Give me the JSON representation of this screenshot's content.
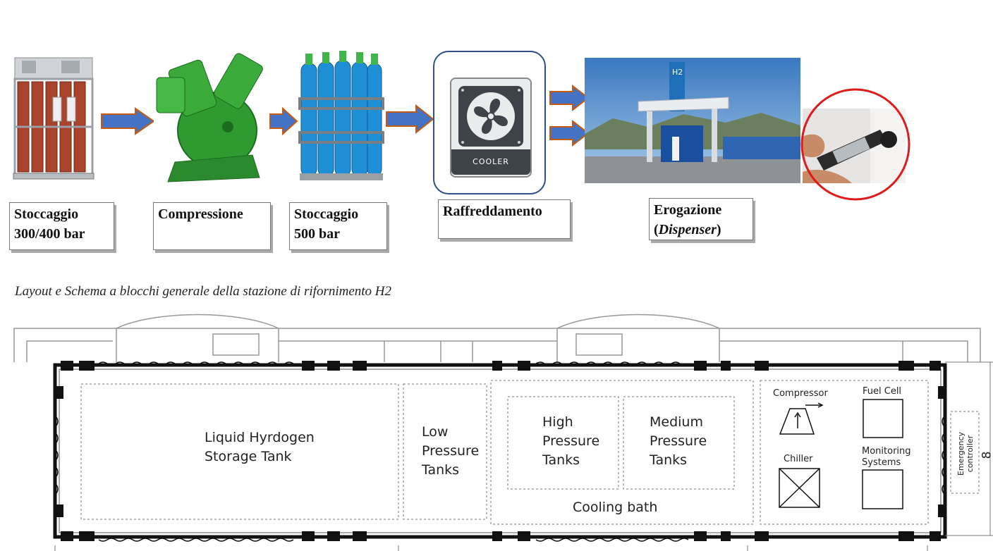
{
  "flow": {
    "steps": [
      {
        "id": "storage-300",
        "line1": "Stoccaggio",
        "line2": "300/400 bar"
      },
      {
        "id": "compression",
        "line1": "Compressione",
        "line2": ""
      },
      {
        "id": "storage-500",
        "line1": "Stoccaggio",
        "line2": "500 bar"
      },
      {
        "id": "cooling",
        "line1": "Raffreddamento",
        "line2": ""
      },
      {
        "id": "dispensing",
        "line1": "Erogazione",
        "line2_prefix": "(",
        "line2_italic": "Dispenser",
        "line2_suffix": ")"
      }
    ],
    "cooler_label": "COOLER",
    "station_sign": "H2",
    "arrow_color": "#4472c4",
    "arrow_border": "#c55a11",
    "highlight_color": "#e01b1b"
  },
  "caption": "Layout e Schema a blocchi generale della stazione di rifornimento H2",
  "plan": {
    "zones": {
      "liquid_tank": {
        "line1": "Liquid Hyrdogen",
        "line2": "Storage Tank"
      },
      "low_pressure": {
        "line1": "Low",
        "line2": "Pressure",
        "line3": "Tanks"
      },
      "high_pressure": {
        "line1": "High",
        "line2": "Pressure",
        "line3": "Tanks"
      },
      "medium_pressure": {
        "line1": "Medium",
        "line2": "Pressure",
        "line3": "Tanks"
      },
      "cooling_bath": "Cooling bath",
      "compressor": "Compressor",
      "fuel_cell": "Fuel Cell",
      "chiller": "Chiller",
      "monitoring": {
        "line1": "Monitoring",
        "line2": "Systems"
      },
      "emergency": {
        "line1": "Emergency",
        "line2": "controller"
      }
    },
    "dimension": "8"
  }
}
